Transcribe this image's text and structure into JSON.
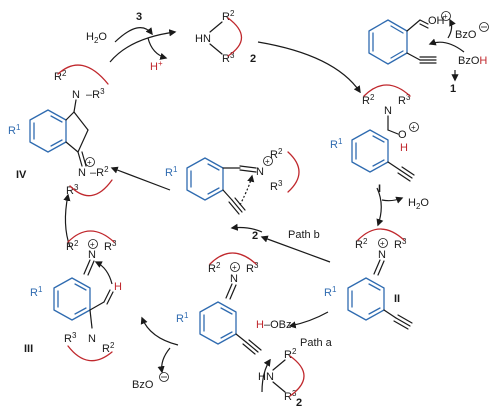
{
  "colors": {
    "bond": "#1a1a1a",
    "arene": "#2f6bb0",
    "amine": "#c0282d"
  },
  "reagents": {
    "h2o": "H",
    "h2o_tail": "O",
    "product_3": "3",
    "proton": "H",
    "amine_2": "2",
    "bzoh_1": "Bz",
    "bzoh_2": "O",
    "bzoh_3": "H",
    "bzo_minus": "BzO",
    "start_1": "1",
    "oh_ald": "OH",
    "h2o_loss": "H",
    "h2o_loss_tail": "O",
    "obz": "–OBz",
    "h_alkyne": "H",
    "bzo_release": "BzO"
  },
  "labels": {
    "I": "I",
    "II": "II",
    "III": "III",
    "IV": "IV",
    "path_a": "Path a",
    "path_b": "Path b",
    "two_b": "2",
    "two_a": "2"
  },
  "atoms": {
    "R": "R",
    "N": "N",
    "H": "H",
    "O": "O",
    "HN": "HN",
    "one": "1",
    "two": "2",
    "three": "3"
  }
}
